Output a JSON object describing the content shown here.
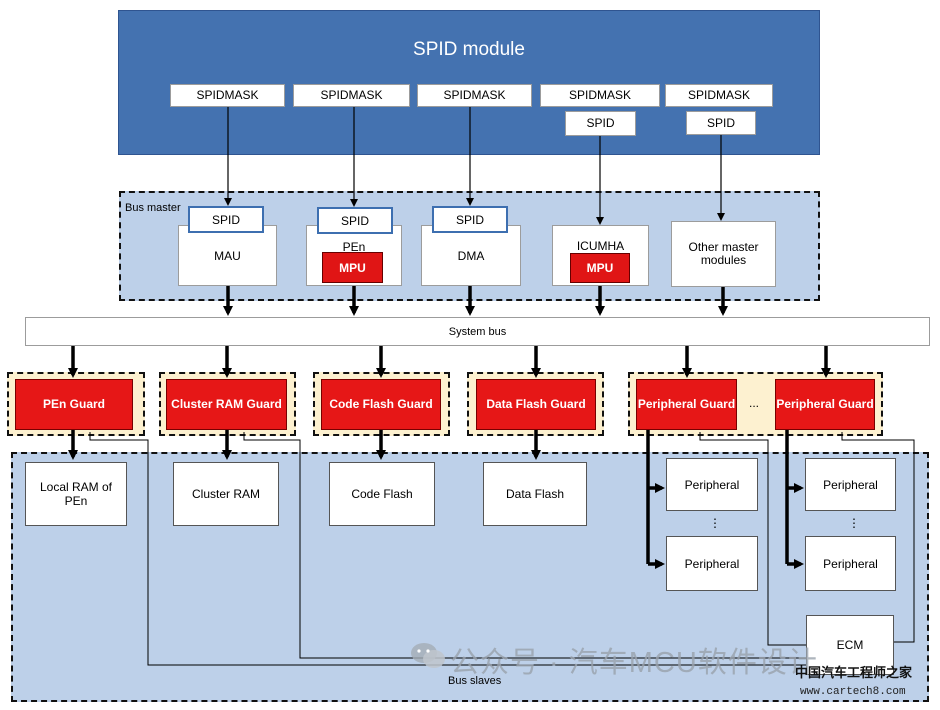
{
  "module": {
    "title": "SPID module",
    "mask_label": "SPIDMASK",
    "spid_label": "SPID"
  },
  "master": {
    "caption": "Bus master",
    "spid_label": "SPID",
    "mpu_label": "MPU",
    "units": [
      "MAU",
      "PEn",
      "DMA",
      "ICUMHA",
      "Other master modules"
    ]
  },
  "system_bus": {
    "label": "System bus"
  },
  "guards": {
    "pen": "PEn Guard",
    "cluster_ram": "Cluster RAM Guard",
    "code_flash": "Code Flash Guard",
    "data_flash": "Data Flash Guard",
    "peripheral_1": "Peripheral Guard",
    "peripheral_2": "Peripheral Guard",
    "ellipsis": "..."
  },
  "slaves": {
    "caption": "Bus slaves",
    "local_ram": "Local RAM of PEn",
    "cluster_ram": "Cluster RAM",
    "code_flash": "Code Flash",
    "data_flash": "Data Flash",
    "peripheral": "Peripheral",
    "vdots": "⋮",
    "ecm": "ECM"
  },
  "watermark": {
    "text": "公众号 · 汽车MCU软件设计",
    "site_cn": "中国汽车工程师之家",
    "site_url": "www.cartech8.com"
  }
}
